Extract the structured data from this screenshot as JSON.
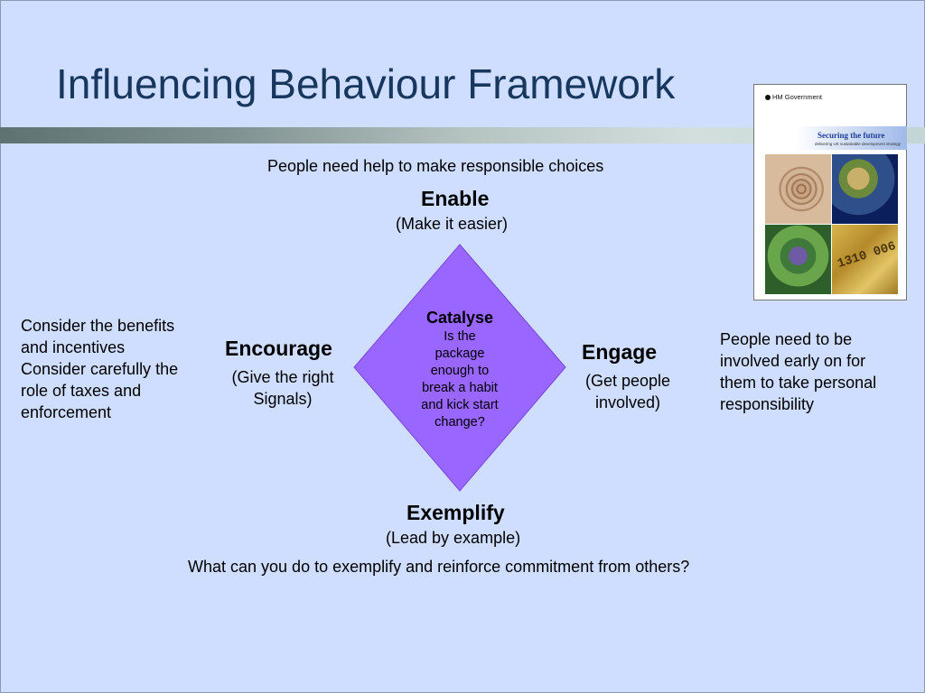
{
  "slide": {
    "title": "Influencing Behaviour Framework"
  },
  "framework": {
    "top_prompt": "People need help to make responsible choices",
    "enable": {
      "heading": "Enable",
      "sub": "(Make it easier)"
    },
    "encourage": {
      "heading": "Encourage",
      "sub_line1": "(Give the right",
      "sub_line2": "Signals)"
    },
    "engage": {
      "heading": "Engage",
      "sub_line1": "(Get people",
      "sub_line2": "involved)"
    },
    "exemplify": {
      "heading": "Exemplify",
      "sub": "(Lead by example)"
    },
    "catalyse": {
      "heading": "Catalyse",
      "lines": [
        "Is the",
        "package",
        "enough to",
        "break a habit",
        "and kick start",
        "change?"
      ]
    },
    "left_note": [
      "Consider the benefits",
      "and incentives",
      "Consider carefully the",
      "role of taxes and",
      "enforcement"
    ],
    "right_note": [
      "People need to be",
      "involved early on for",
      "them to take personal",
      "responsibility"
    ],
    "bottom_prompt": "What can you do to exemplify and reinforce commitment from others?"
  },
  "cover": {
    "publisher": "HM Government",
    "title": "Securing the future",
    "subtitle": "delivering UK sustainable development strategy",
    "image_text": "1310 006"
  },
  "colors": {
    "background": "#cfdefe",
    "title": "#17375e",
    "diamond": "#9966ff",
    "rule_dark": "#5f7272"
  }
}
